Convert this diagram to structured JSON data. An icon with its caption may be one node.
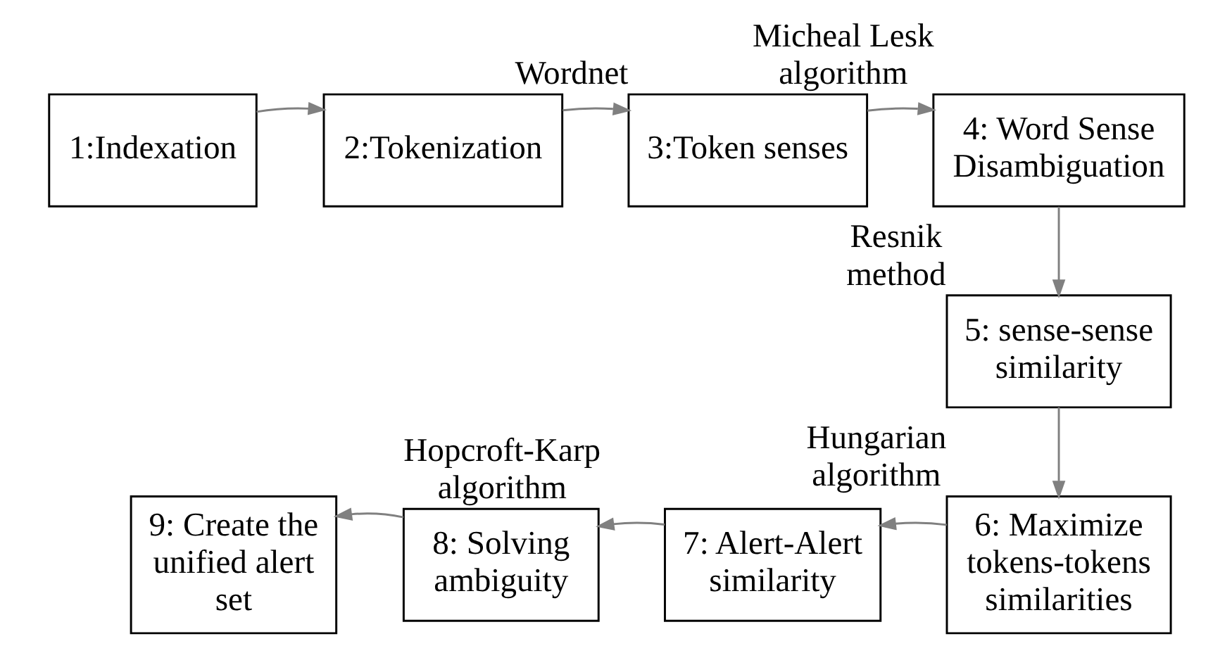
{
  "diagram": {
    "nodes": [
      {
        "text": [
          "1:Indexation"
        ]
      },
      {
        "text": [
          "2:Tokenization"
        ]
      },
      {
        "text": [
          "3:Token senses"
        ],
        "beside": [
          "Wordnet"
        ]
      },
      {
        "text": [
          "4: Word Sense Disambiguation"
        ],
        "beside": [
          "Micheal Lesk algorithm"
        ]
      },
      {
        "text": [
          "5: sense-sense similarity"
        ],
        "beside": [
          "Resnik method"
        ]
      },
      {
        "text": [
          "6: Maximize tokens-tokens similarities"
        ],
        "beside": [
          "Hungarian algorithm"
        ]
      },
      {
        "text": [
          "7: Alert-Alert similarity"
        ]
      },
      {
        "text": [
          "8: Solving ambiguity"
        ],
        "beside": [
          "Hopcroft-Karp algorithm"
        ]
      },
      {
        "text": [
          "9: Create the unified alert set"
        ]
      }
    ],
    "edges": [
      {
        "from": 0,
        "to": 1,
        "arrow": "to"
      },
      {
        "from": 1,
        "to": 2,
        "arrow": "to"
      },
      {
        "from": 2,
        "to": 3,
        "arrow": "to"
      },
      {
        "from": 3,
        "to": 4,
        "arrow": "to"
      },
      {
        "from": 4,
        "to": 5,
        "arrow": "to"
      },
      {
        "from": 5,
        "to": 6,
        "arrow": "to"
      },
      {
        "from": 6,
        "to": 7,
        "arrow": "to"
      },
      {
        "from": 7,
        "to": 8,
        "arrow": "to"
      }
    ]
  }
}
